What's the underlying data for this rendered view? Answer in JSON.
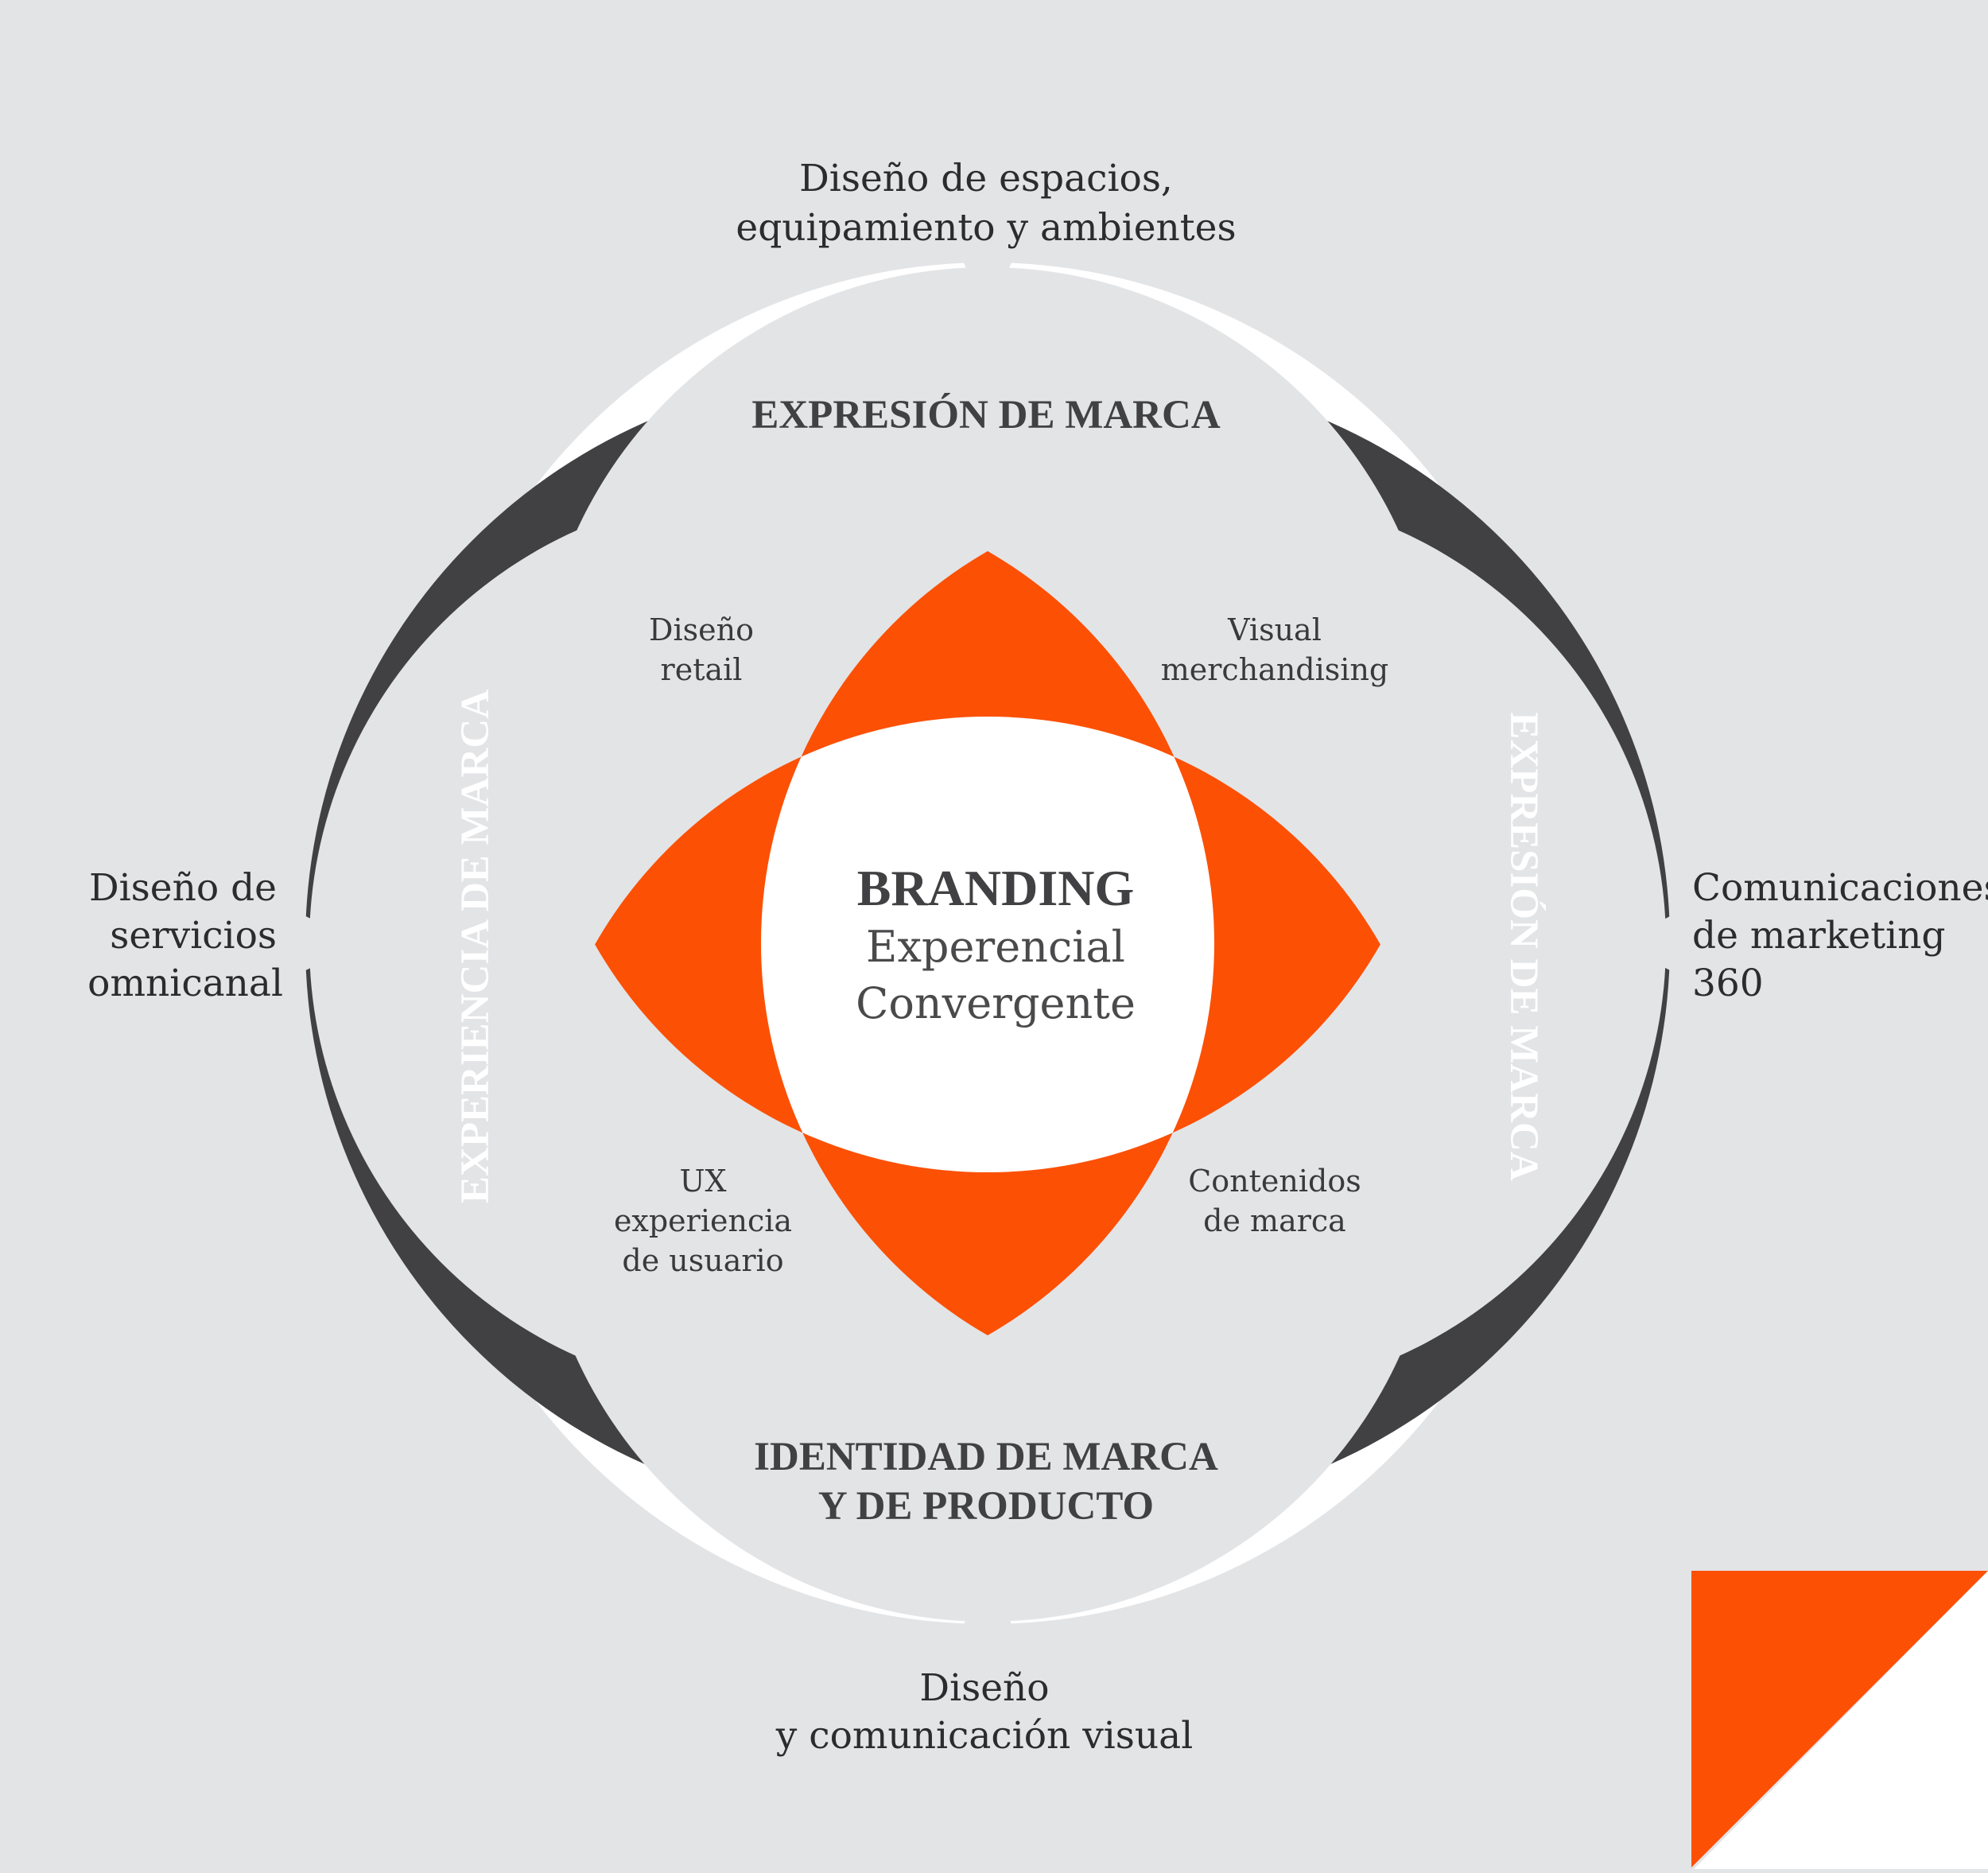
{
  "center": {
    "title": "BRANDING",
    "lines": [
      "Experencial",
      "Convergente"
    ]
  },
  "sections": {
    "top": "EXPRESIÓN DE MARCA",
    "left": "EXPERIENCIA DE MARCA",
    "right": "EXPRESIÓN DE MARCA",
    "bottom": [
      "IDENTIDAD DE MARCA",
      "Y DE PRODUCTO"
    ]
  },
  "outer_labels": {
    "top": [
      "Diseño de espacios,",
      "equipamiento y ambientes"
    ],
    "left": [
      "Diseño de",
      "servicios",
      "omnicanal"
    ],
    "right": [
      "Comunicaciones",
      "de marketing",
      "360"
    ],
    "bottom": [
      "Diseño",
      "y comunicación visual"
    ]
  },
  "inner_labels": {
    "top_left": [
      "Diseño",
      "retail"
    ],
    "top_right": [
      "Visual",
      "merchandising"
    ],
    "bottom_left": [
      "UX",
      "experiencia",
      "de usuario"
    ],
    "bottom_right": [
      "Contenidos",
      "de marca"
    ]
  },
  "colors": {
    "background": "#e3e4e6",
    "white": "#ffffff",
    "dark": "#414143",
    "accent": "#fc5005"
  }
}
